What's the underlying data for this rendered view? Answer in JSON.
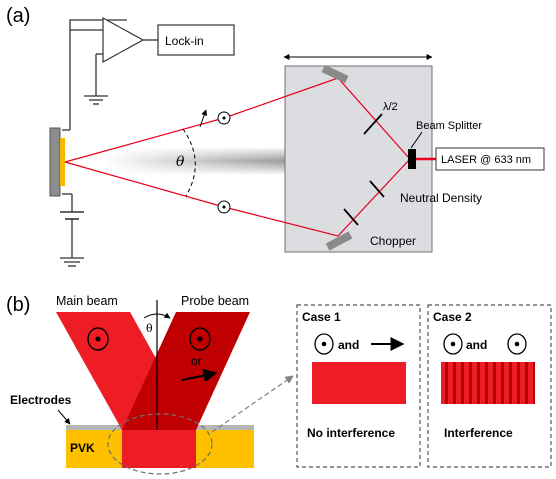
{
  "panel_a": {
    "label": "(a)",
    "lockin_label": "Lock-in",
    "theta_label": "θ",
    "half_wave_label": "λ/2",
    "beam_splitter_label": "Beam Splitter",
    "laser_label": "LASER @ 633 nm",
    "neutral_density_label": "Neutral Density",
    "chopper_label": "Chopper"
  },
  "panel_b": {
    "label": "(b)",
    "main_beam_label": "Main beam",
    "probe_beam_label": "Probe beam",
    "theta_label": "θ",
    "or_label": "or",
    "electrodes_label": "Electrodes",
    "pvk_label": "PVK",
    "case1": {
      "title": "Case 1",
      "and_label": "and",
      "result": "No interference"
    },
    "case2": {
      "title": "Case 2",
      "and_label": "and",
      "result": "Interference"
    }
  },
  "colors": {
    "beam_red": "#ee1c24",
    "probe_red": "#c00000",
    "pvk_gold": "#ffc000",
    "stage_gray": "#dcdde1"
  }
}
